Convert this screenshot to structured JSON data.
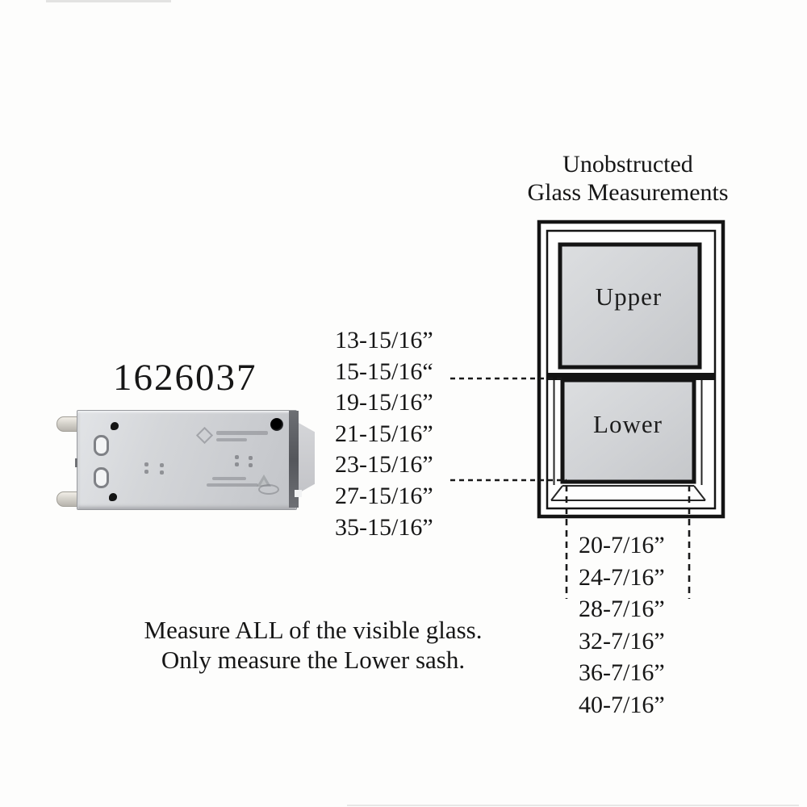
{
  "product": {
    "part_number": "1626037"
  },
  "diagram": {
    "title_line1": "Unobstructed",
    "title_line2": "Glass Measurements",
    "upper_label": "Upper",
    "lower_label": "Lower"
  },
  "height_measurements": [
    "13-15/16”",
    "15-15/16“",
    "19-15/16”",
    "21-15/16”",
    "23-15/16”",
    "27-15/16”",
    "35-15/16”"
  ],
  "width_measurements": [
    "20-7/16”",
    "24-7/16”",
    "28-7/16”",
    "32-7/16”",
    "36-7/16”",
    "40-7/16”"
  ],
  "instructions": {
    "line1": "Measure ALL of the visible glass.",
    "line2": "Only measure the Lower sash."
  },
  "colors": {
    "line": "#1a1a1a",
    "glass_light": "#dcdee0",
    "glass_dark": "#c5c7ca",
    "metal": "#ced0d4",
    "text": "#161616"
  }
}
